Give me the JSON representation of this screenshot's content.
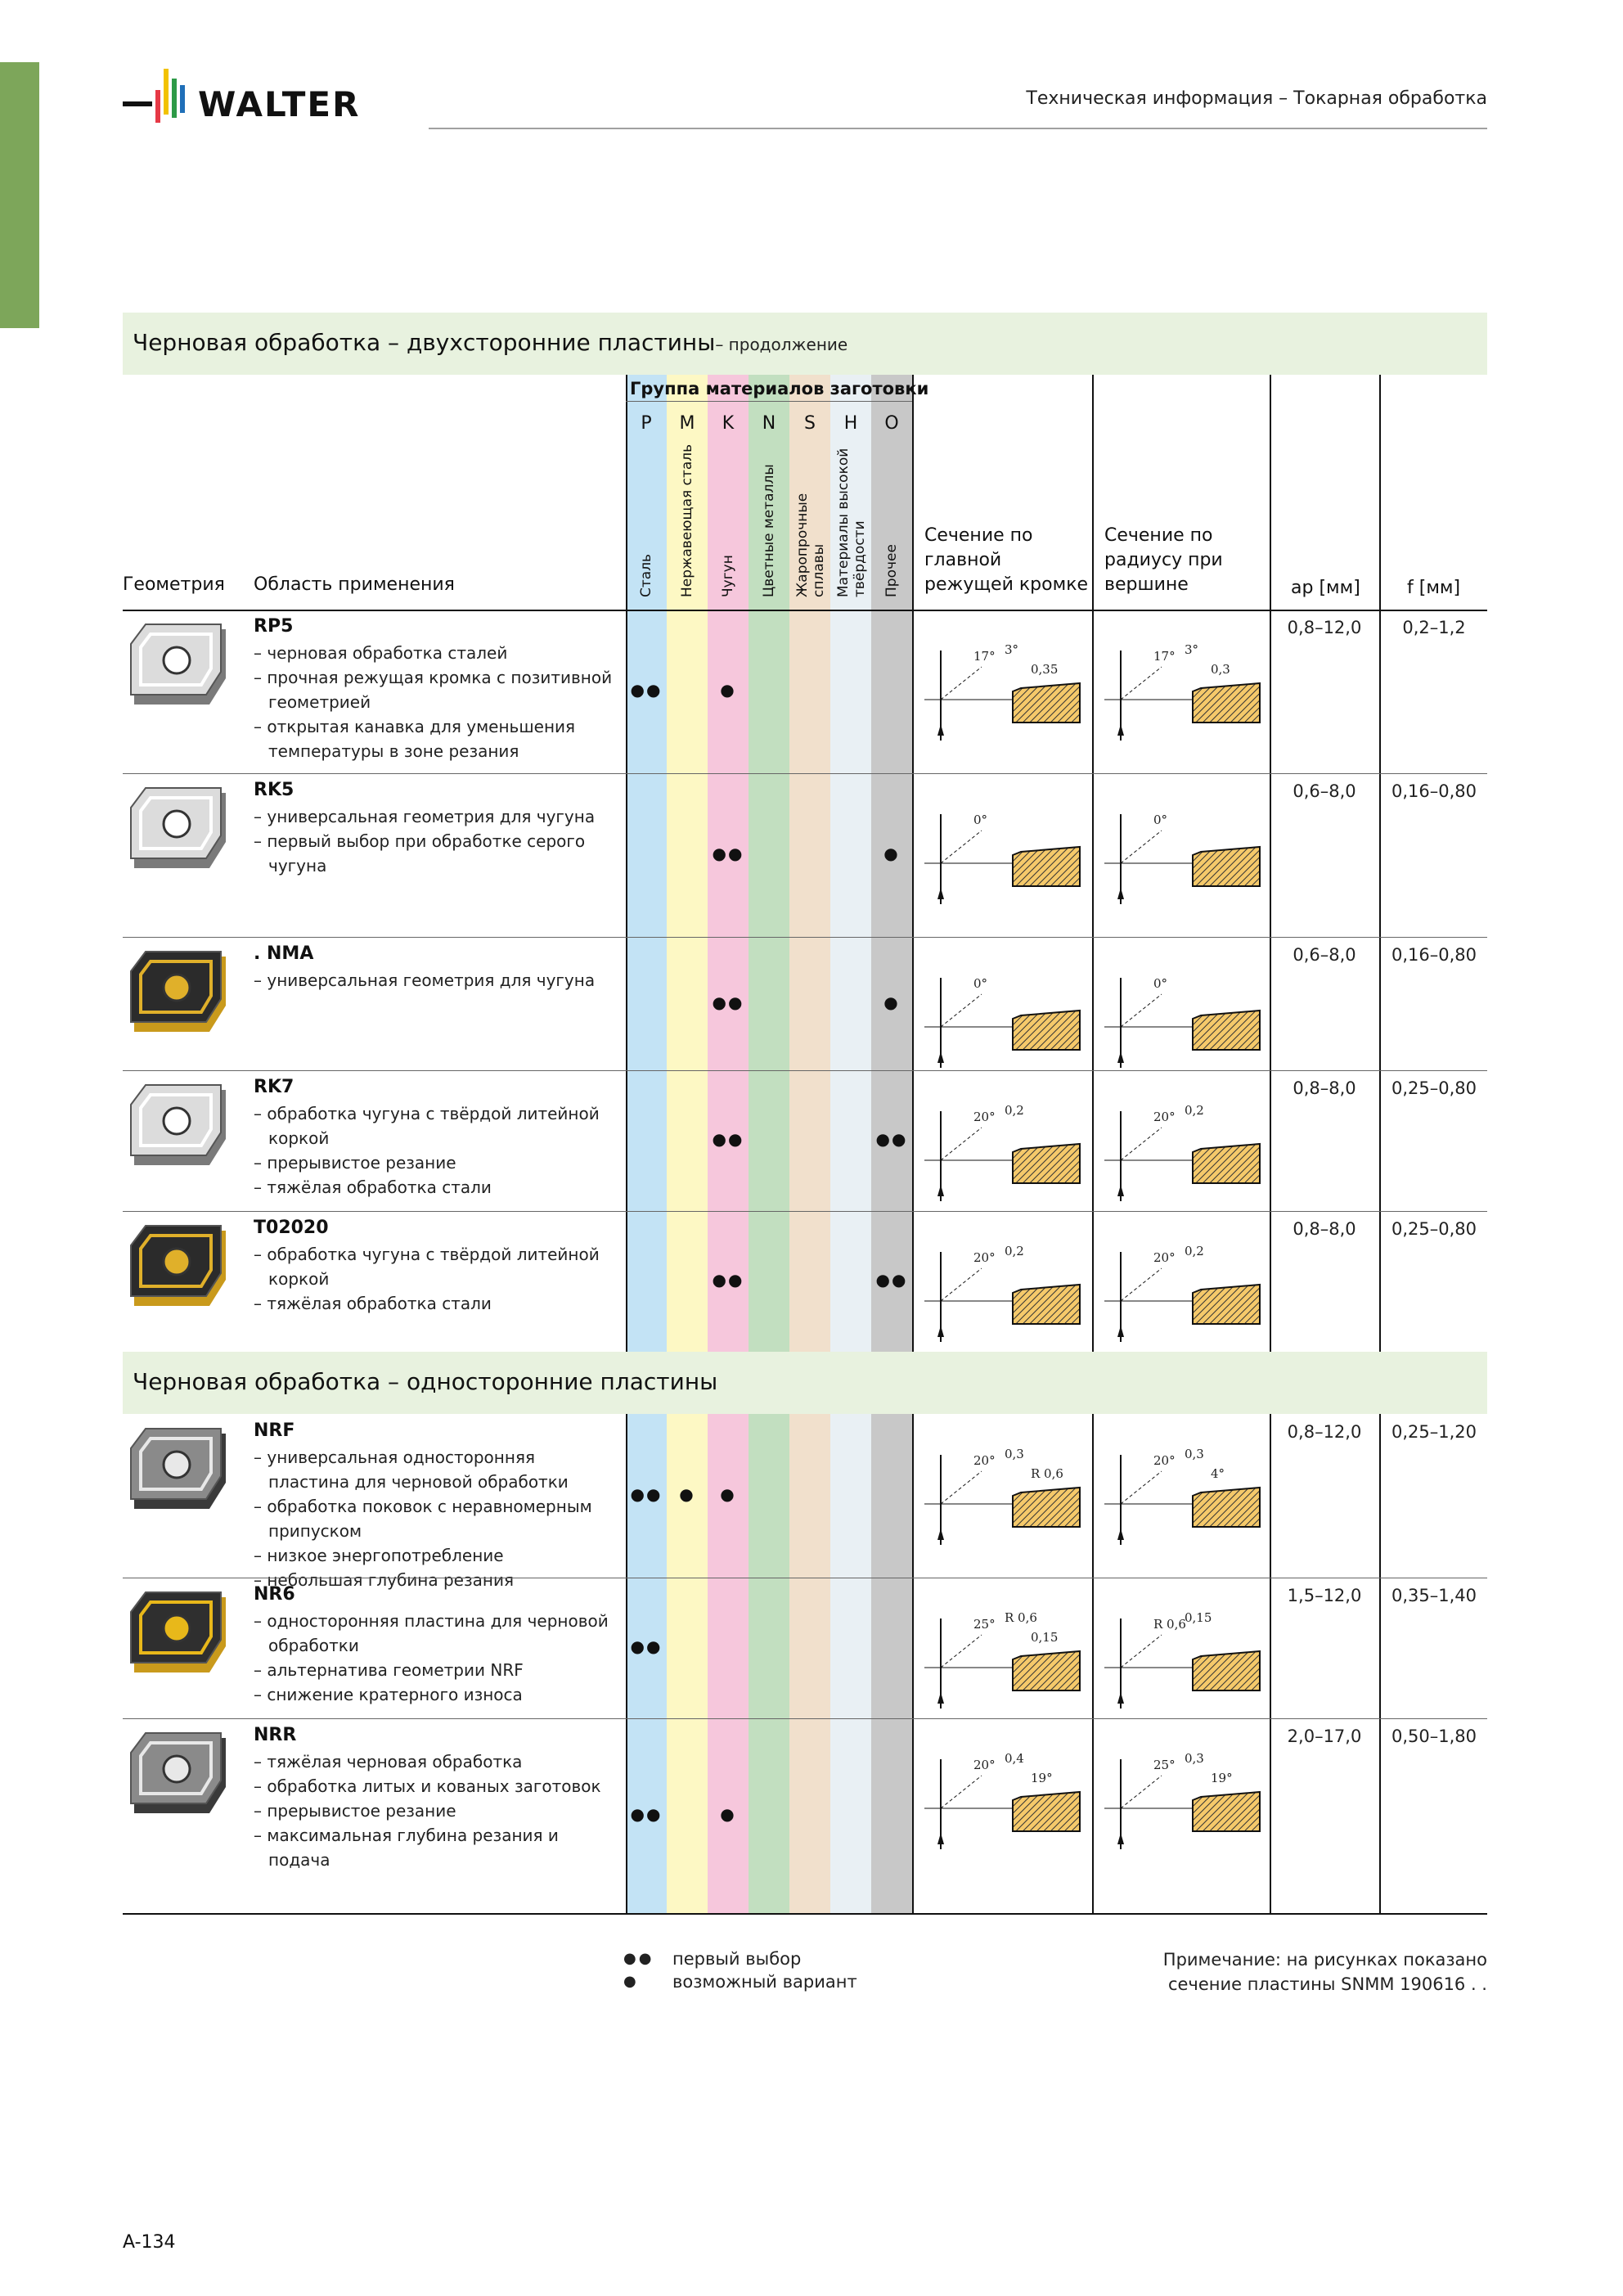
{
  "brand": {
    "logo_text": "WALTER"
  },
  "header": {
    "title": "Техническая информация – Токарная обработка"
  },
  "section1": {
    "title": "Черновая обработка – двухсторонние пластины",
    "subtitle": "– продолжение"
  },
  "section2": {
    "title": "Черновая обработка – односторонние пластины"
  },
  "table_header": {
    "geometry": "Геометрия",
    "application": "Область применения",
    "material_group": "Группа материалов заготовки",
    "letters": [
      "P",
      "M",
      "K",
      "N",
      "S",
      "H",
      "O"
    ],
    "materials": [
      "Сталь",
      "Нержавеющая сталь",
      "Чугун",
      "Цветные металлы",
      "Жаропрочные сплавы",
      "Материалы высокой твёрдости",
      "Прочее"
    ],
    "section_main": [
      "Сечение по",
      "главной",
      "режущей кромке"
    ],
    "section_radius": [
      "Сечение по",
      "радиусу при",
      "вершине"
    ],
    "ap": "ap [мм]",
    "f": "f [мм]"
  },
  "material_colors": [
    "#c3e3f5",
    "#fdf8c4",
    "#f6c7dc",
    "#c2dfc0",
    "#f1e0cc",
    "#e9f0f4",
    "#c8c8c8"
  ],
  "rows": [
    {
      "code": "RP5",
      "desc": [
        "– черновая обработка сталей",
        "– прочная режущая кромка с позитивной геометрией",
        "– открытая канавка для уменьшения температуры в зоне резания"
      ],
      "marks": [
        "●●",
        "",
        "●",
        "",
        "",
        "",
        ""
      ],
      "ap": "0,8–12,0",
      "f": "0,2–1,2",
      "main_labels": [
        "17°",
        "3°",
        "0,35"
      ],
      "radius_labels": [
        "17°",
        "3°",
        "0,3"
      ],
      "insert_icon": "insert-grey-icon"
    },
    {
      "code": "RK5",
      "desc": [
        "– универсальная геометрия для чугуна",
        "– первый выбор при обработке серого чугуна"
      ],
      "marks": [
        "",
        "",
        "●●",
        "",
        "",
        "",
        "●"
      ],
      "ap": "0,6–8,0",
      "f": "0,16–0,80",
      "main_labels": [
        "0°"
      ],
      "radius_labels": [
        "0°"
      ],
      "insert_icon": "insert-grey-icon"
    },
    {
      "code": ". NMA",
      "desc": [
        "– универсальная геометрия для чугуна"
      ],
      "marks": [
        "",
        "",
        "●●",
        "",
        "",
        "",
        "●"
      ],
      "ap": "0,6–8,0",
      "f": "0,16–0,80",
      "main_labels": [
        "0°"
      ],
      "radius_labels": [
        "0°"
      ],
      "insert_icon": "insert-gold-icon"
    },
    {
      "code": "RK7",
      "desc": [
        "– обработка чугуна с твёрдой литейной коркой",
        "– прерывистое резание",
        "– тяжёлая обработка стали"
      ],
      "marks": [
        "",
        "",
        "●●",
        "",
        "",
        "",
        "●●"
      ],
      "ap": "0,8–8,0",
      "f": "0,25–0,80",
      "main_labels": [
        "20°",
        "0,2"
      ],
      "radius_labels": [
        "20°",
        "0,2"
      ],
      "insert_icon": "insert-grey-icon"
    },
    {
      "code": "T02020",
      "desc": [
        "– обработка чугуна с твёрдой литейной коркой",
        "– тяжёлая обработка стали"
      ],
      "marks": [
        "",
        "",
        "●●",
        "",
        "",
        "",
        "●●"
      ],
      "ap": "0,8–8,0",
      "f": "0,25–0,80",
      "main_labels": [
        "20°",
        "0,2"
      ],
      "radius_labels": [
        "20°",
        "0,2"
      ],
      "insert_icon": "insert-gold-icon"
    },
    {
      "code": "NRF",
      "desc": [
        "– универсальная односторонняя пластина для черновой обработки",
        "– обработка поковок с неравномерным припуском",
        "– низкое энергопотребление",
        "– небольшая глубина резания"
      ],
      "marks": [
        "●●",
        "●",
        "●",
        "",
        "",
        "",
        ""
      ],
      "ap": "0,8–12,0",
      "f": "0,25–1,20",
      "main_labels": [
        "20°",
        "0,3",
        "R 0,6"
      ],
      "radius_labels": [
        "20°",
        "0,3",
        "4°"
      ],
      "insert_icon": "insert-dark-icon"
    },
    {
      "code": "NR6",
      "desc": [
        "– односторонняя пластина для черновой обработки",
        "– альтернатива геометрии NRF",
        "– снижение кратерного износа"
      ],
      "marks": [
        "●●",
        "",
        "",
        "",
        "",
        "",
        ""
      ],
      "ap": "1,5–12,0",
      "f": "0,35–1,40",
      "main_labels": [
        "25°",
        "R 0,6",
        "0,15"
      ],
      "radius_labels": [
        "R 0,6",
        "0,15"
      ],
      "insert_icon": "insert-dark-gold-icon"
    },
    {
      "code": "NRR",
      "desc": [
        "– тяжёлая черновая обработка",
        "– обработка литых и кованых заготовок",
        "– прерывистое резание",
        "– максимальная глубина резания и подача"
      ],
      "marks": [
        "●●",
        "",
        "●",
        "",
        "",
        "",
        ""
      ],
      "ap": "2,0–17,0",
      "f": "0,50–1,80",
      "main_labels": [
        "20°",
        "0,4",
        "19°"
      ],
      "radius_labels": [
        "25°",
        "0,3",
        "19°"
      ],
      "insert_icon": "insert-dark-icon"
    }
  ],
  "legend": {
    "first_symbol": "●●",
    "first_label": "первый выбор",
    "second_symbol": "●",
    "second_label": "возможный вариант"
  },
  "note": {
    "line1": "Примечание: на рисунках показано",
    "line2": "сечение пластины SNMM 190616 . ."
  },
  "page_number": "A-134"
}
